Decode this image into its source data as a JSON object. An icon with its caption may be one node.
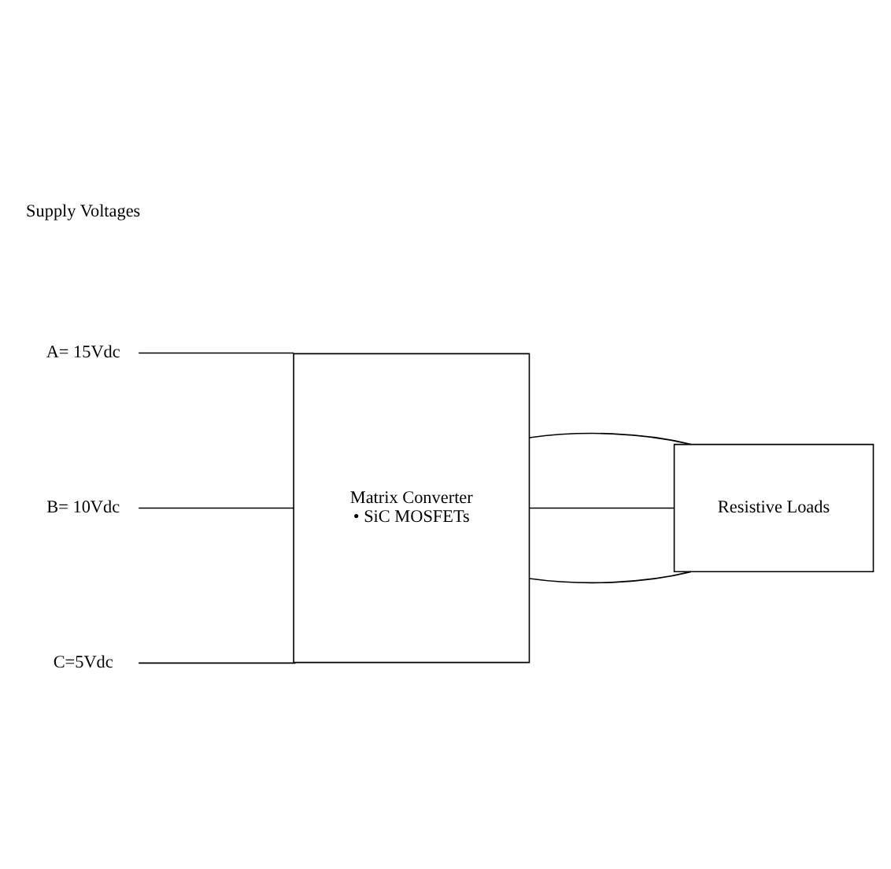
{
  "diagram": {
    "nodes": [
      {
        "text": [
          "Matrix Converter",
          "• SiC MOSFETs"
        ]
      },
      {
        "text": [
          "Resistive Loads"
        ]
      },
      {
        "text": [
          "A= 15Vdc"
        ]
      },
      {
        "text": [
          "B= 10Vdc"
        ]
      },
      {
        "text": [
          "C=5Vdc"
        ]
      }
    ],
    "edges": [
      {
        "from": 2,
        "to": 0,
        "arrow": "none"
      },
      {
        "from": 3,
        "to": 0,
        "arrow": "none"
      },
      {
        "from": 4,
        "to": 0,
        "arrow": "none"
      },
      {
        "from": 0,
        "to": 1,
        "arrow": "none"
      },
      {
        "from": 0,
        "to": 1,
        "arrow": "none"
      },
      {
        "from": 0,
        "to": 1,
        "arrow": "none"
      }
    ],
    "labels": [
      "Supply Voltages"
    ]
  }
}
